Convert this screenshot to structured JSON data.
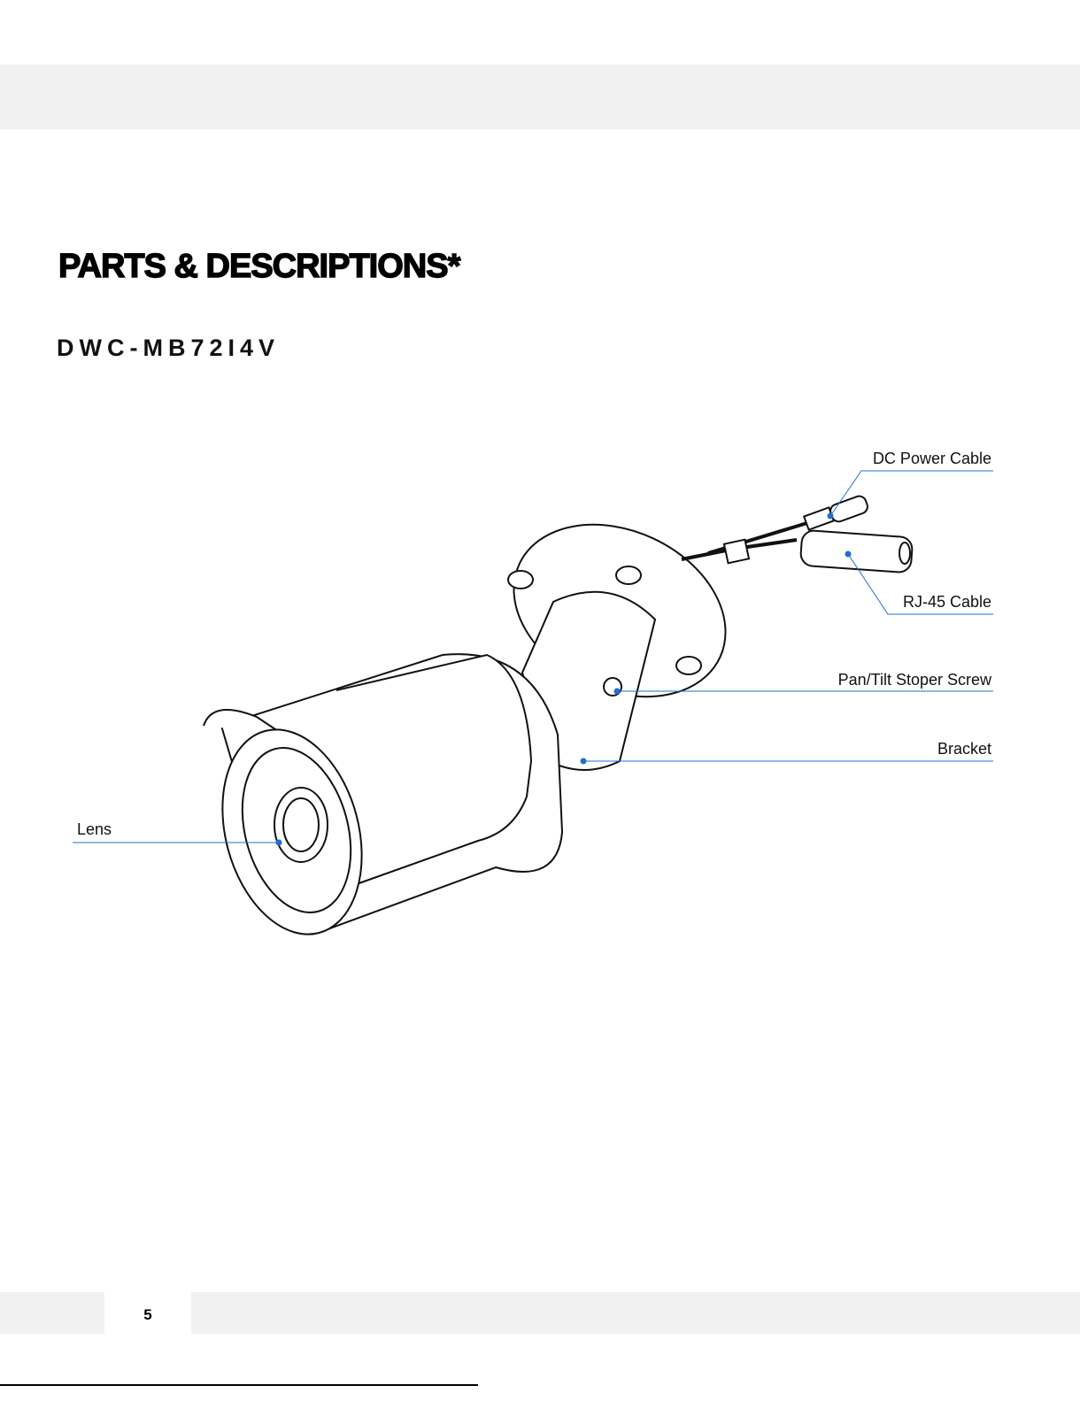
{
  "title": "PARTS & DESCRIPTIONS*",
  "model": "DWC-MB72I4V",
  "labels": {
    "dc_power": "DC Power Cable",
    "rj45": "RJ-45 Cable",
    "pan_tilt": "Pan/Tilt Stoper Screw",
    "bracket": "Bracket",
    "lens": "Lens"
  },
  "footer": {
    "page_number": "5"
  },
  "colors": {
    "leader": "#1e6fd0",
    "band": "#f1f1f1"
  }
}
